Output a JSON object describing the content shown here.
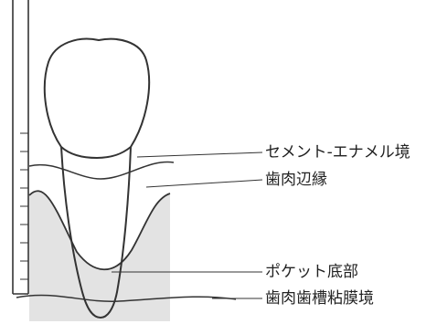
{
  "labels": {
    "cej": "セメント-エナメル境",
    "gingival_margin": "歯肉辺縁",
    "pocket_base": "ポケット底部",
    "mucogingival_junction": "歯肉歯槽粘膜境"
  },
  "colors": {
    "line": "#333333",
    "gingiva_fill": "#e3e3e3",
    "background": "#ffffff"
  }
}
